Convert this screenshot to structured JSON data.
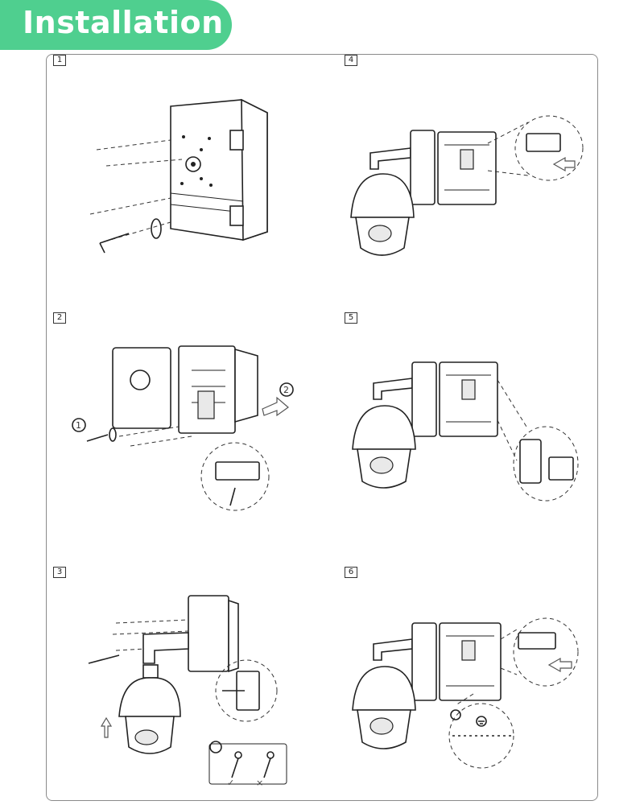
{
  "title": "Installation",
  "steps": [
    "1",
    "2",
    "3",
    "4",
    "5",
    "6"
  ],
  "callouts": {
    "step2_first": "1",
    "step2_second": "2"
  },
  "tip_marks": {
    "correct": "✓",
    "wrong": "×"
  },
  "colors": {
    "accent": "#4fcf8f",
    "frame_border": "#8a8a8a",
    "line": "#222222"
  },
  "icons": [
    "lightbulb-icon",
    "ground-icon",
    "arrow-icon",
    "allen-key-icon",
    "screw-icon"
  ]
}
